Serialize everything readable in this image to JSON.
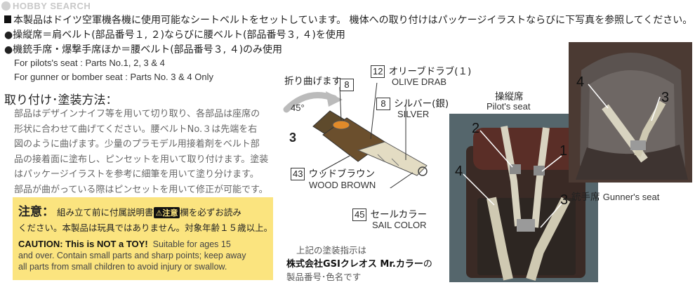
{
  "watermark": "HOBBY SEARCH",
  "intro": {
    "line1": "本製品はドイツ空軍機各機に使用可能なシートベルトをセットしています。 機体への取り付けはパッケージイラストならびに下写真を参照してください。",
    "line2": "●操縦席＝肩ベルト(部品番号１, ２)ならびに腰ベルト(部品番号３, ４)を使用",
    "line3": "●機銃手席・爆撃手席ほか＝腰ベルト(部品番号３, ４)のみ使用",
    "en1": "For pilots's  seat : Parts No.1, 2, 3 & 4",
    "en2": "For gunner or bomber seat : Parts No. 3 & 4 Only"
  },
  "method": {
    "title": "取り付け･塗装方法：",
    "lines": [
      "部品はデザインナイフ等を用いて切り取り、各部品は座席の",
      "形状に合わせて曲げてください。腰ベルトNo.３は先端を右",
      "図のように曲げます。少量のプラモデル用接着剤をベルト部",
      "品の接着面に塗布し、ピンセットを用いて取り付けます。塗装",
      "はパッケージイラストを参考に細筆を用いて塗り分けます。",
      "部品が曲がっている際はピンセットを用いて修正が可能です。"
    ]
  },
  "caution": {
    "title": "注意：",
    "jp1": "組み立て前に付属説明書",
    "chip": "⚠注意",
    "jp1b": "欄を必ずお読み",
    "jp2": "ください。本製品は玩具ではありません。対象年齢１５歳以上。",
    "en_bold": "CAUTION: This is NOT a TOY!",
    "en1": "Suitable for ages 15",
    "en2": "and over. Contain small parts and sharp points; keep away",
    "en3": "all parts from small children to avoid injury or swallow."
  },
  "diagram": {
    "fold_label": "折り曲げます",
    "angle": "45°",
    "part_number": "3",
    "fold_code": "8",
    "colors": [
      {
        "code": "12",
        "ja": "オリーブドラブ(１)",
        "en": "OLIVE DRAB",
        "hex": "#5b5a34"
      },
      {
        "code": "8",
        "ja": "シルバー(銀)",
        "en": "SILVER",
        "hex": "#b8b8b8"
      },
      {
        "code": "43",
        "ja": "ウッドブラウン",
        "en": "WOOD BROWN",
        "hex": "#6b4a2a"
      },
      {
        "code": "45",
        "ja": "セールカラー",
        "en": "SAIL COLOR",
        "hex": "#e3dcc3"
      }
    ],
    "note_line1": "上記の塗装指示は",
    "note_brand": "株式会社GSIクレオス Mr.カラー",
    "note_brand_suffix": "の",
    "note_line3": "製品番号･色名です"
  },
  "pilot_photo": {
    "title_ja": "操縦席",
    "title_en": "Pilot's  seat",
    "labels": [
      "2",
      "1",
      "4",
      "3"
    ]
  },
  "gunner_photo": {
    "caption_ja": "銃手席",
    "caption_en": "Gunner's seat",
    "labels": [
      "4",
      "3"
    ]
  }
}
